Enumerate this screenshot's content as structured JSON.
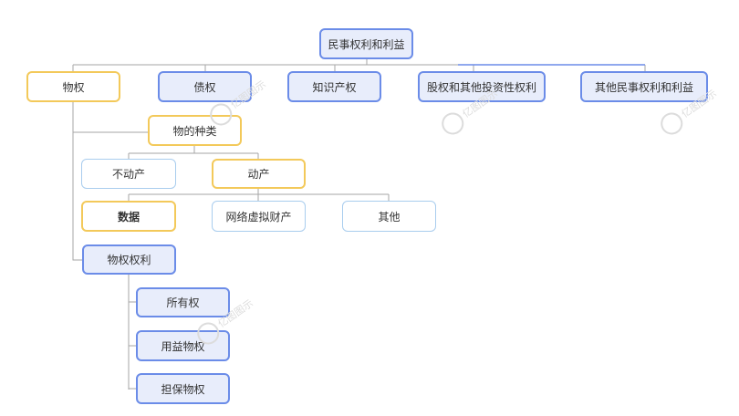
{
  "diagram": {
    "root": "民事权利和利益",
    "level1": [
      "物权",
      "债权",
      "知识产权",
      "股权和其他投资性权利",
      "其他民事权利和利益"
    ],
    "kinds": "物的种类",
    "immovable": "不动产",
    "movable": "动产",
    "movable_children": [
      "数据",
      "网络虚拟财产",
      "其他"
    ],
    "rights": "物权权利",
    "rights_children": [
      "所有权",
      "用益物权",
      "担保物权"
    ]
  },
  "watermark": {
    "text": "亿图图示"
  },
  "colors": {
    "blue_border": "#6b8ce8",
    "blue_fill": "#e8edfb",
    "yellow_border": "#f3c95a",
    "light_border": "#a9cdee",
    "connector": "#a6a6a6"
  }
}
